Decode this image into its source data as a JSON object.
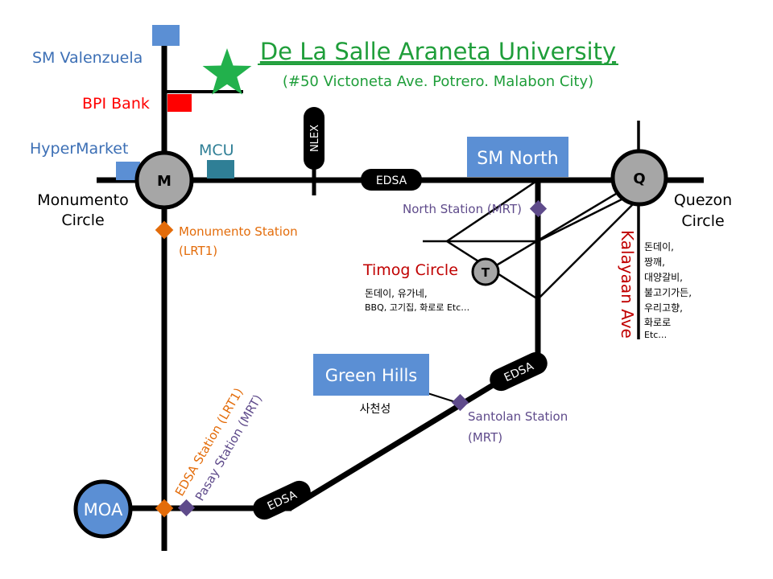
{
  "title": {
    "name": "De La Salle Araneta University",
    "address": "(#50 Victoneta Ave. Potrero. Malabon City)"
  },
  "landmarks": {
    "sm_valenzuela": "SM Valenzuela",
    "bpi_bank": "BPI Bank",
    "hypermarket": "HyperMarket",
    "mcu": "MCU",
    "sm_north": "SM North",
    "green_hills": "Green Hills",
    "green_hills_note": "사천성",
    "moa": "MOA"
  },
  "circles": {
    "monumento_marker": "M",
    "monumento_line1": "Monumento",
    "monumento_line2": "Circle",
    "quezon_marker": "Q",
    "quezon_line1": "Quezon",
    "quezon_line2": "Circle",
    "timog_marker": "T",
    "timog_label": "Timog Circle"
  },
  "stations": {
    "monumento_line1": "Monumento Station",
    "monumento_line2": "(LRT1)",
    "north": "North Station (MRT)",
    "santolan_line1": "Santolan Station",
    "santolan_line2": "(MRT)",
    "edsa_lrt": "EDSA Station (LRT1)",
    "pasay_mrt": "Pasay Station (MRT)"
  },
  "roads": {
    "nlex": "NLEX",
    "edsa_top": "EDSA",
    "edsa_right": "EDSA",
    "edsa_bottom": "EDSA",
    "kalayaan": "Kalayaan Ave"
  },
  "restaurants": {
    "timog_line1": "돈데이, 유가네,",
    "timog_line2": "BBQ, 고기집, 화로로 Etc…",
    "kalayaan": [
      "돈데이,",
      "짱깨,",
      "대양갈비,",
      "불고기가든,",
      "우리고향,",
      "화로로",
      "Etc…"
    ]
  },
  "colors": {
    "landmark_blue": "#5b8fd4",
    "title_green": "#1f9e3a",
    "star_green": "#22b14c",
    "bank_red": "#ff0000",
    "mcu_teal": "#2f7f96",
    "lrt_orange": "#e36c0a",
    "mrt_purple": "#5f4b8b",
    "kalayaan_red": "#c00000",
    "circle_grey": "#a6a6a6"
  }
}
